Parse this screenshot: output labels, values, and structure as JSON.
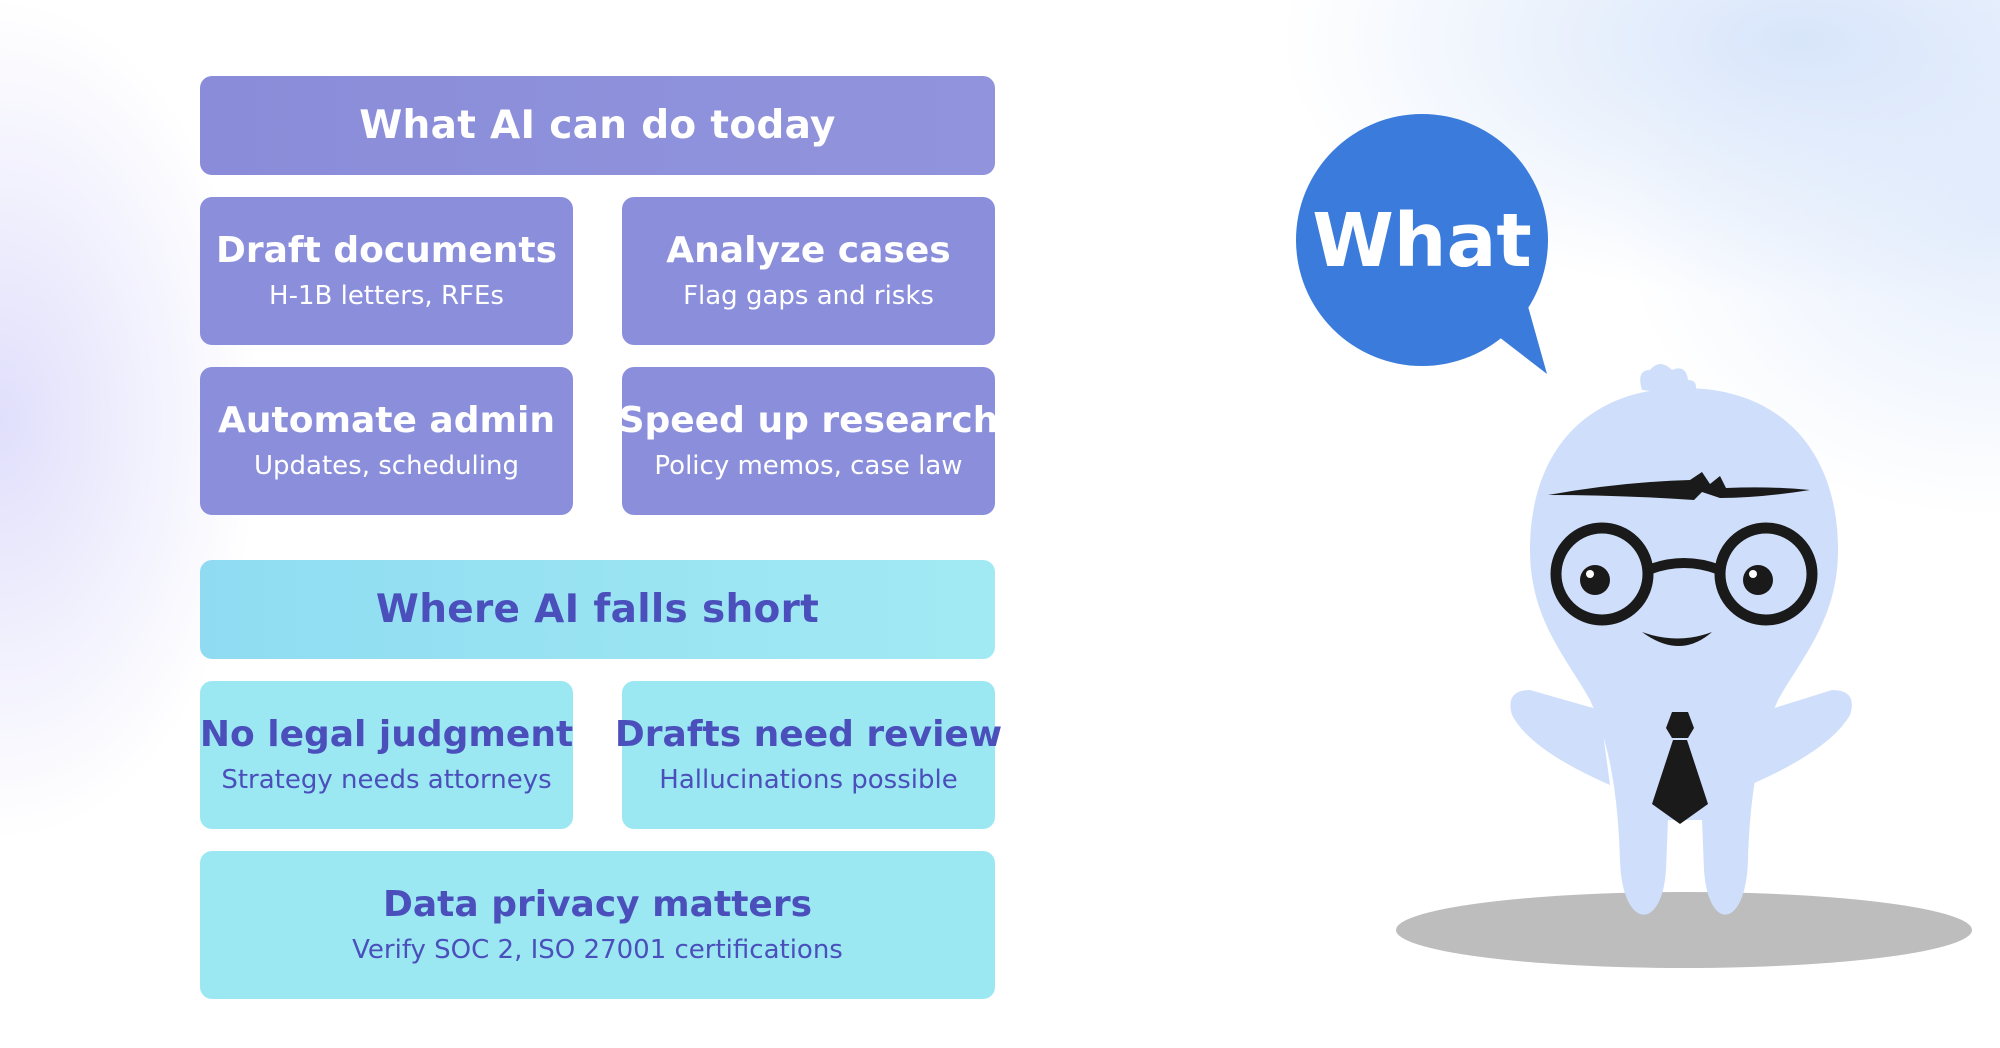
{
  "can_do": {
    "header": "What AI can do today",
    "items": [
      {
        "title": "Draft documents",
        "subtitle": "H-1B letters, RFEs"
      },
      {
        "title": "Analyze cases",
        "subtitle": "Flag gaps and risks"
      },
      {
        "title": "Automate admin",
        "subtitle": "Updates, scheduling"
      },
      {
        "title": "Speed up research",
        "subtitle": "Policy memos, case law"
      }
    ]
  },
  "falls_short": {
    "header": "Where AI falls short",
    "items": [
      {
        "title": "No legal judgment",
        "subtitle": "Strategy needs attorneys"
      },
      {
        "title": "Drafts need review",
        "subtitle": "Hallucinations possible"
      },
      {
        "title": "Data privacy matters",
        "subtitle": "Verify SOC 2, ISO 27001 certifications"
      }
    ]
  },
  "mascot": {
    "speech": "What"
  },
  "colors": {
    "purple_card": "#8b8fdb",
    "cyan_card": "#9be8f2",
    "cyan_text": "#4a4fbb",
    "bubble": "#3a7bdb",
    "mascot_body": "#cfdffb"
  }
}
